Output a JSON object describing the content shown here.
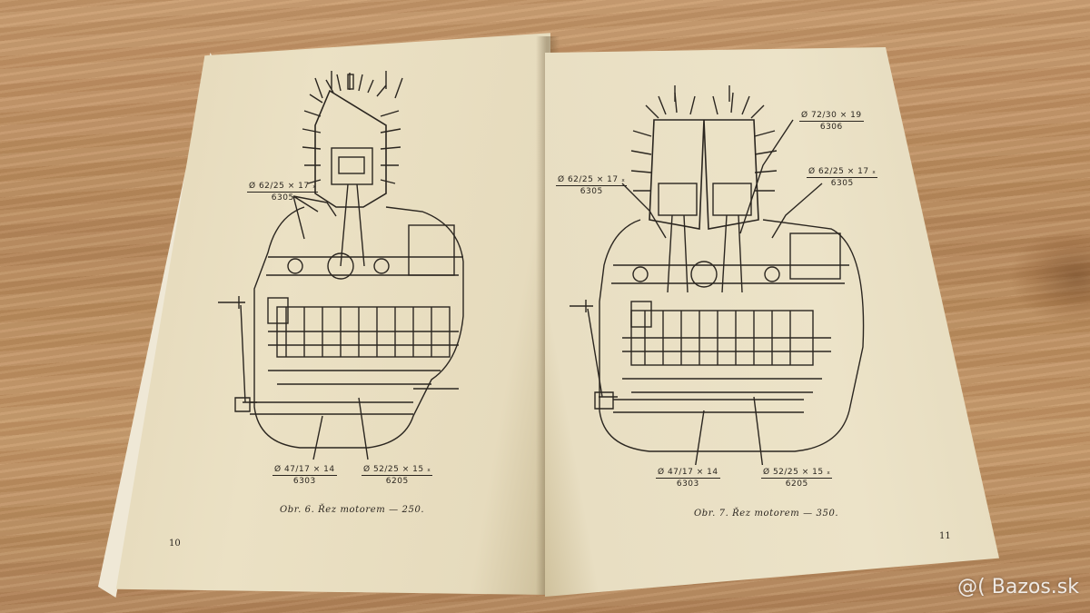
{
  "left_page": {
    "labels": {
      "upper_bearing": {
        "top": "Ø 62/25 × 17 ₓ",
        "bottom": "6305"
      },
      "lower_left_bearing": {
        "top": "Ø 47/17 × 14",
        "bottom": "6303"
      },
      "lower_right_bearing": {
        "top": "Ø 52/25 × 15 ₓ",
        "bottom": "6205"
      }
    },
    "caption": "Obr. 6. Řez motorem — 250.",
    "page_number": "10"
  },
  "right_page": {
    "labels": {
      "upper_left_bearing": {
        "top": "Ø 62/25 × 17 ₓ",
        "bottom": "6305"
      },
      "upper_right_top_bearing": {
        "top": "Ø 72/30 × 19",
        "bottom": "6306"
      },
      "upper_right_bearing": {
        "top": "Ø 62/25 × 17 ₓ",
        "bottom": "6305"
      },
      "lower_left_bearing": {
        "top": "Ø 47/17 × 14",
        "bottom": "6303"
      },
      "lower_right_bearing": {
        "top": "Ø 52/25 × 15 ₓ",
        "bottom": "6205"
      }
    },
    "caption": "Obr. 7. Řez motorem — 350.",
    "page_number": "11"
  },
  "watermark": {
    "symbol": "@(",
    "text": "Bazos.sk"
  },
  "colors": {
    "ink": "#2b2620",
    "paper": "#ebe1c4",
    "wood": "#c29466"
  }
}
